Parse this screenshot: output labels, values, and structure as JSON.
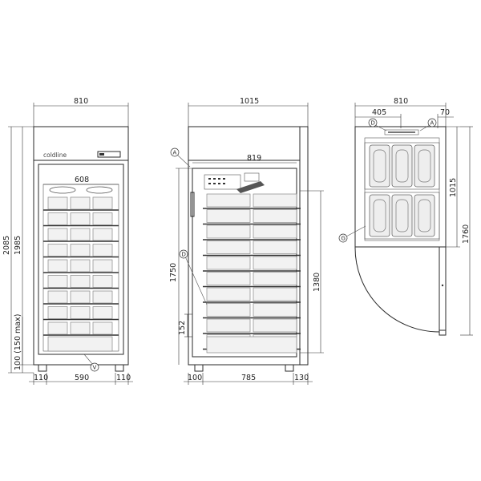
{
  "front_view": {
    "width_total": "810",
    "inner_width": "608",
    "height_total": "2085",
    "height_body": "1985",
    "leg_height": "100 (150 max)",
    "foot_left": "110",
    "foot_mid": "590",
    "foot_right": "110",
    "brand": "coldline",
    "callout_v": "V"
  },
  "side_view": {
    "depth_total": "1015",
    "inner_depth": "819",
    "height_inner": "1750",
    "height_right": "1380",
    "shelf_gap": "152",
    "foot_left": "100",
    "foot_mid": "785",
    "foot_right": "130",
    "callout_a": "A",
    "callout_d": "D"
  },
  "top_view": {
    "width_total": "810",
    "offset": "405",
    "offset_right": "70",
    "depth": "1015",
    "depth_open": "1760",
    "callout_d": "D",
    "callout_a": "A",
    "callout_g": "G"
  },
  "colors": {
    "line": "#2a2a2a",
    "tray_fill": "#f2f2f2"
  }
}
